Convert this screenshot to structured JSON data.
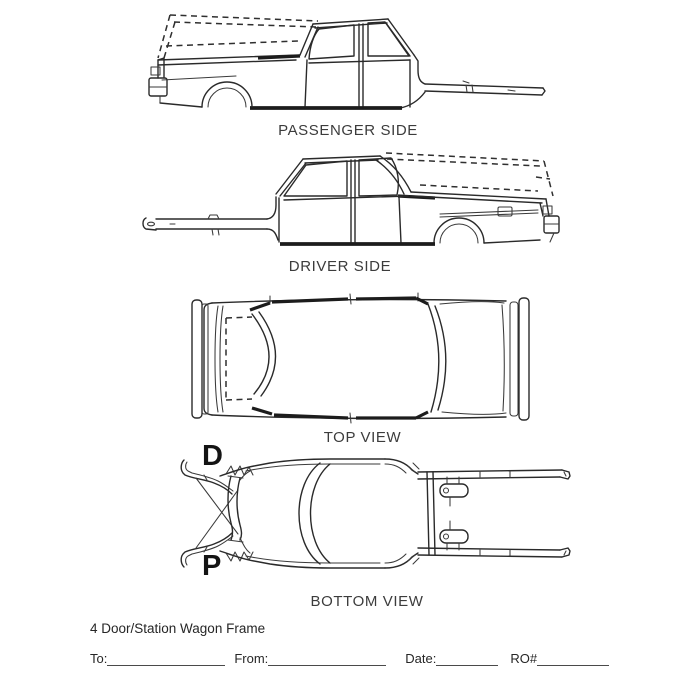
{
  "document": {
    "title": "4 Door/Station Wagon Frame"
  },
  "views": {
    "passenger": {
      "label": "PASSENGER SIDE"
    },
    "driver": {
      "label": "DRIVER SIDE"
    },
    "top": {
      "label": "TOP VIEW"
    },
    "bottom": {
      "label": "BOTTOM VIEW",
      "driver_marker": "D",
      "passenger_marker": "P"
    }
  },
  "form": {
    "to_label": "To:",
    "to_value": "",
    "from_label": "From:",
    "from_value": "",
    "date_label": "Date:",
    "date_value": "",
    "ro_label": "RO#",
    "ro_value": ""
  },
  "colors": {
    "background": "#ffffff",
    "ink": "#2a2a2a",
    "heavy_line": "#1c1c1c",
    "label_text": "#3c3c3c"
  }
}
